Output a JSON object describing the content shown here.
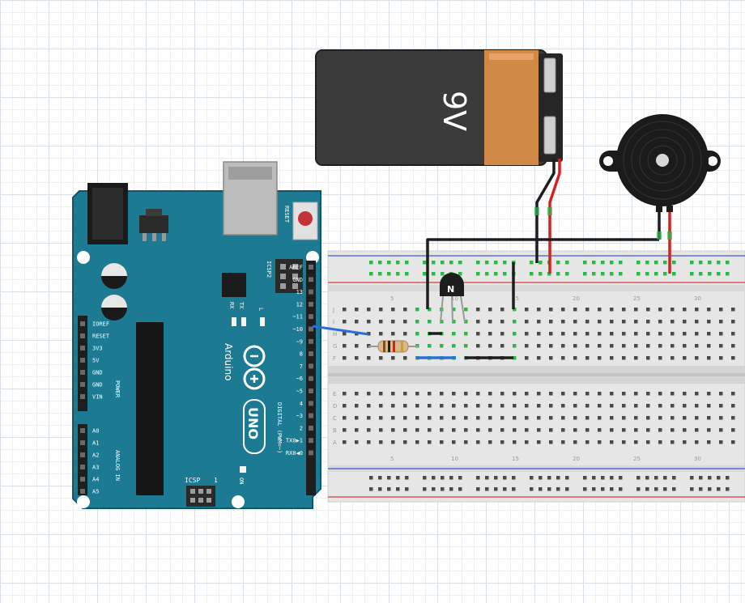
{
  "colors": {
    "arduino_board": "#1c7a93",
    "arduino_dark": "#125468",
    "breadboard": "#e6e6e6",
    "breadboard_hole": "#494949",
    "hole_connected": "#2fb84a",
    "rail_red": "#d83a3a",
    "rail_blue": "#3a5ad8",
    "wire_black": "#1d1d1d",
    "wire_red": "#d82020",
    "wire_blue": "#2a6ed6",
    "battery_body": "#3b3b3b",
    "battery_copper": "#d08a45",
    "buzzer": "#1b1b1b"
  },
  "battery": {
    "label": "9V"
  },
  "arduino": {
    "reset_label": "RESET",
    "icsp2_label": "ICSP2",
    "icsp_label": "ICSP",
    "icsp_pin1": "1",
    "tx_label": "TX",
    "rx_label": "RX",
    "l_label": "L",
    "on_label": "ON",
    "brand": "Arduino",
    "model": "UNO",
    "digital_label": "DIGITAL (PWM=~)",
    "power_label": "POWER",
    "analog_label": "ANALOG IN",
    "digital_pins": [
      "AREF",
      "GND",
      "13",
      "12",
      "~11",
      "~10",
      "~9",
      "8",
      "7",
      "~6",
      "~5",
      "4",
      "~3",
      "2",
      "TX0▶1",
      "RX0◀0"
    ],
    "power_pins": [
      "IOREF",
      "RESET",
      "3V3",
      "5V",
      "GND",
      "GND",
      "VIN"
    ],
    "analog_pins": [
      "A0",
      "A1",
      "A2",
      "A3",
      "A4",
      "A5"
    ]
  },
  "transistor": {
    "marking": "N"
  },
  "breadboard": {
    "column_numbers": [
      "5",
      "10",
      "15",
      "20",
      "25",
      "30"
    ],
    "row_letters_top": [
      "J",
      "I",
      "H",
      "G",
      "F"
    ],
    "row_letters_bottom": [
      "E",
      "D",
      "C",
      "B",
      "A"
    ]
  }
}
